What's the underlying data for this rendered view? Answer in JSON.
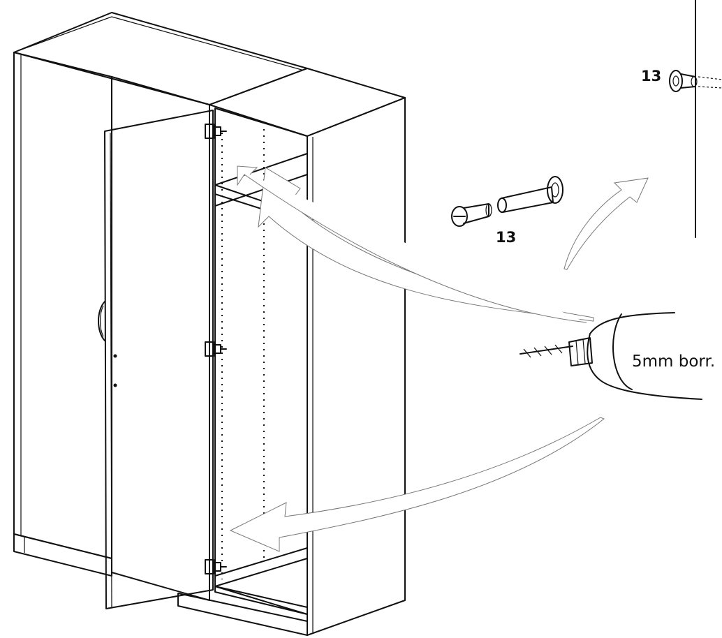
{
  "labels": {
    "part_top": "13",
    "part_middle": "13",
    "drill": "5mm borr."
  },
  "colors": {
    "line": "#111111",
    "arrow_outline": "#777777",
    "background": "#ffffff"
  },
  "icons": [
    "wardrobe-icon",
    "hinge-icon",
    "wall-plug-screw-icon",
    "drill-icon",
    "curved-arrow-icon",
    "wall-line-icon"
  ]
}
